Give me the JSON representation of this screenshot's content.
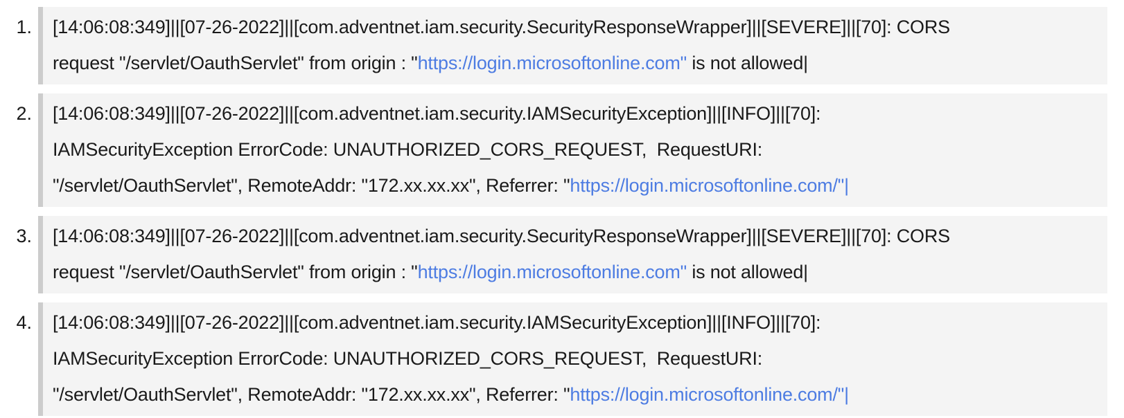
{
  "colors": {
    "page_background": "#ffffff",
    "block_background": "#f4f4f4",
    "block_border": "#cccccc",
    "text": "#1a1a1a",
    "link": "#4d7ce2"
  },
  "log_list": {
    "entries": [
      {
        "number": "1.",
        "severity": "SEVERE",
        "lines": [
          [
            {
              "text": "[14:06:08:349]||[07-26-2022]||[com.adventnet.iam.security.SecurityResponseWrapper]||[SEVERE]||[70]: CORS",
              "link": false
            }
          ],
          [
            {
              "text": "request \"/servlet/OauthServlet\" from origin : \"",
              "link": false
            },
            {
              "text": "https://login.microsoftonline.com\"",
              "link": true
            },
            {
              "text": " is not allowed|",
              "link": false
            }
          ]
        ]
      },
      {
        "number": "2.",
        "severity": "INFO",
        "lines": [
          [
            {
              "text": "[14:06:08:349]||[07-26-2022]||[com.adventnet.iam.security.IAMSecurityException]||[INFO]||[70]:",
              "link": false
            }
          ],
          [
            {
              "text": "IAMSecurityException ErrorCode: UNAUTHORIZED_CORS_REQUEST,  RequestURI:",
              "link": false
            }
          ],
          [
            {
              "text": "\"/servlet/OauthServlet\", RemoteAddr: \"172.xx.xx.xx\", Referrer: \"",
              "link": false
            },
            {
              "text": "https://login.microsoftonline.com/\"|",
              "link": true
            }
          ]
        ]
      },
      {
        "number": "3.",
        "severity": "SEVERE",
        "lines": [
          [
            {
              "text": "[14:06:08:349]||[07-26-2022]||[com.adventnet.iam.security.SecurityResponseWrapper]||[SEVERE]||[70]: CORS",
              "link": false
            }
          ],
          [
            {
              "text": "request \"/servlet/OauthServlet\" from origin : \"",
              "link": false
            },
            {
              "text": "https://login.microsoftonline.com\"",
              "link": true
            },
            {
              "text": " is not allowed|",
              "link": false
            }
          ]
        ]
      },
      {
        "number": "4.",
        "severity": "INFO",
        "lines": [
          [
            {
              "text": "[14:06:08:349]||[07-26-2022]||[com.adventnet.iam.security.IAMSecurityException]||[INFO]||[70]:",
              "link": false
            }
          ],
          [
            {
              "text": "IAMSecurityException ErrorCode: UNAUTHORIZED_CORS_REQUEST,  RequestURI:",
              "link": false
            }
          ],
          [
            {
              "text": "\"/servlet/OauthServlet\", RemoteAddr: \"172.xx.xx.xx\", Referrer: \"",
              "link": false
            },
            {
              "text": "https://login.microsoftonline.com/\"|",
              "link": true
            }
          ]
        ]
      }
    ]
  }
}
